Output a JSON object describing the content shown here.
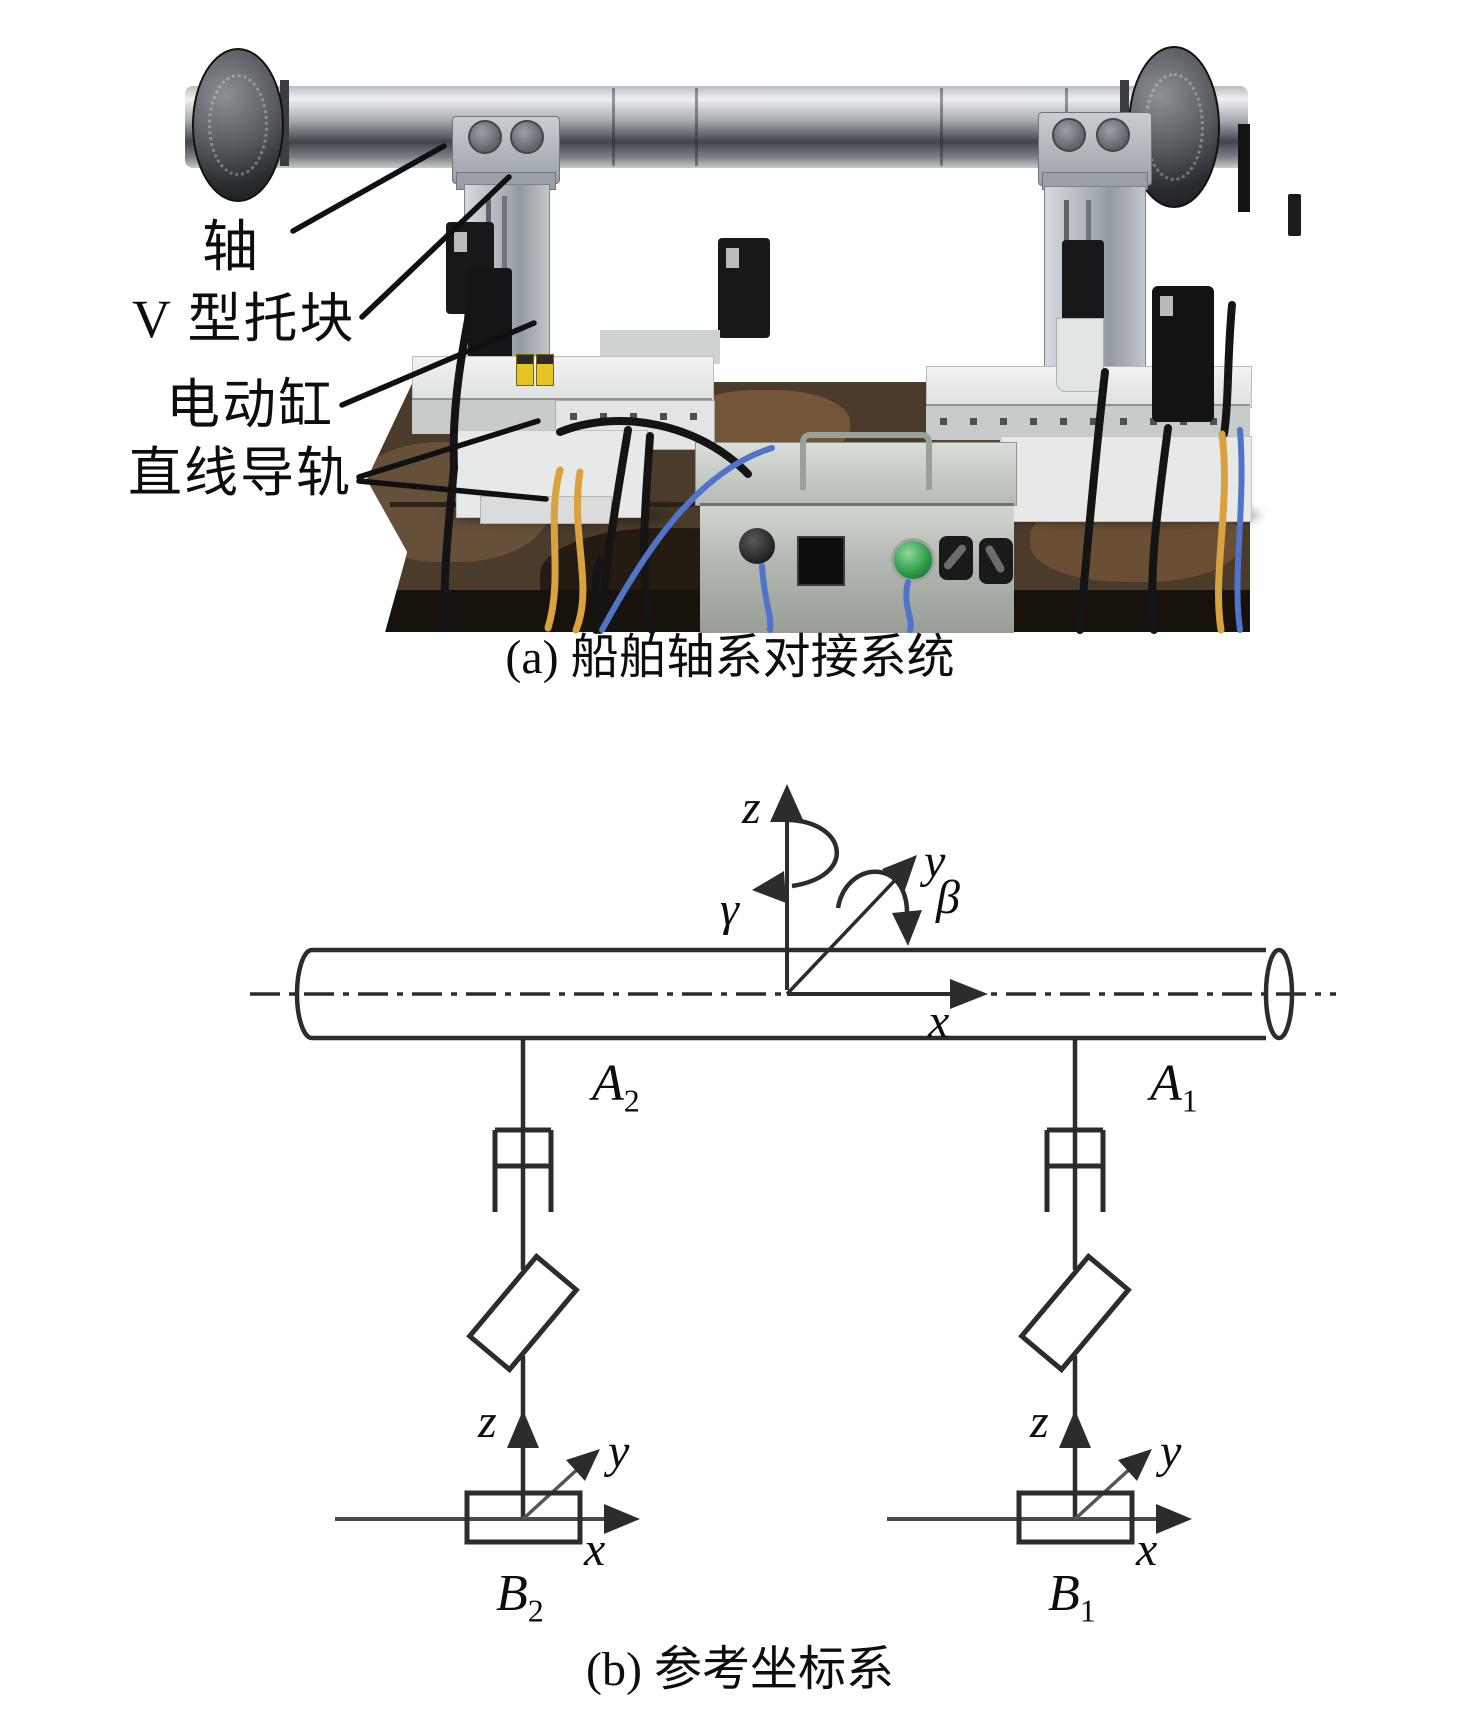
{
  "panel_a": {
    "caption": "(a) 船舶轴系对接系统",
    "labels": {
      "shaft": "轴",
      "v_block": "V 型托块",
      "electric_cylinder": "电动缸",
      "linear_guide": "直线导轨"
    },
    "photo_colors": {
      "shaft_metal": "#9aa0a6",
      "machine_white": "#e8ebe9",
      "column_gray": "#aab1b7",
      "motor_black": "#17181a",
      "floor_brown": "#4a3b2a",
      "control_box_steel": "#b6bbb5",
      "button_green": "#2f9e4c",
      "cable_blue": "#4f74c9",
      "cable_yellow": "#d9a23f",
      "sticker_yellow": "#e6c325"
    }
  },
  "panel_b": {
    "caption": "(b) 参考坐标系",
    "line_color": "#2c2c2c",
    "shaft_frame": {
      "z": "z",
      "y": "y",
      "x": "x",
      "gamma": "γ",
      "beta": "β"
    },
    "points": {
      "A2": {
        "main": "A",
        "sub": "2"
      },
      "A1": {
        "main": "A",
        "sub": "1"
      },
      "B2": {
        "main": "B",
        "sub": "2"
      },
      "B1": {
        "main": "B",
        "sub": "1"
      }
    },
    "left_base_frame": {
      "z": "z",
      "y": "y",
      "x": "x"
    },
    "right_base_frame": {
      "z": "z",
      "y": "y",
      "x": "x"
    }
  }
}
